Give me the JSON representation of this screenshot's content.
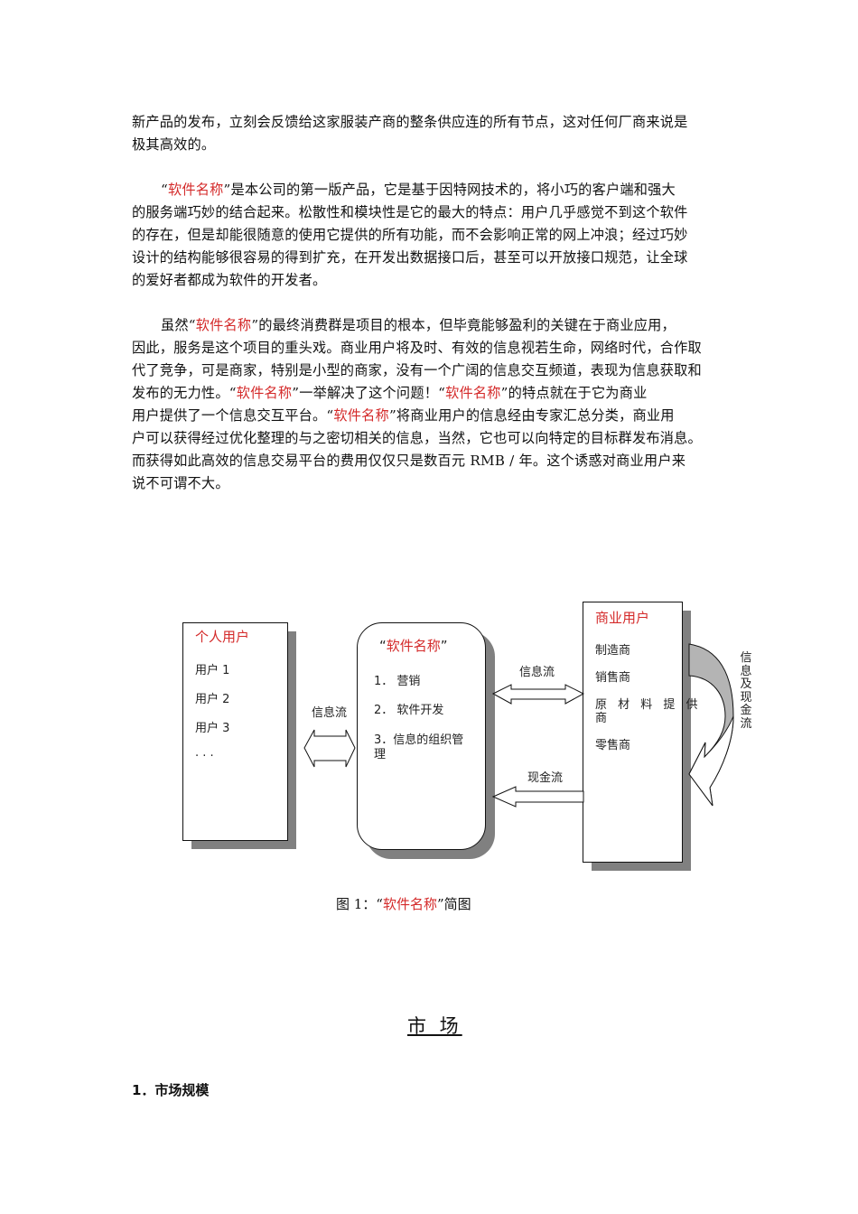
{
  "paragraphs": {
    "p1": {
      "lines": [
        "新产品的发布，立刻会反馈给这家服装产商的整条供应连的所有节点，这对任何厂商来说是",
        "极其高效的。"
      ]
    },
    "p2": {
      "line1_pre": "“",
      "line1_red": "软件名称",
      "line1_post": "”是本公司的第一版产品，它是基于因特网技术的，将小巧的客户端和强大",
      "lines": [
        "的服务端巧妙的结合起来。松散性和模块性是它的最大的特点：用户几乎感觉不到这个软件",
        "的存在，但是却能很随意的使用它提供的所有功能，而不会影响正常的网上冲浪；经过巧妙",
        "设计的结构能够很容易的得到扩充，在开发出数据接口后，甚至可以开放接口规范，让全球",
        "的爱好者都成为软件的开发者。"
      ]
    },
    "p3": {
      "line1_pre": "虽然“",
      "line1_red": "软件名称",
      "line1_post": "”的最终消费群是项目的根本，但毕竟能够盈利的关键在于商业应用，",
      "line2": "因此，服务是这个项目的重头戏。商业用户将及时、有效的信息视若生命，网络时代，合作取",
      "line3": "代了竞争，可是商家，特别是小型的商家，没有一个广阔的信息交互频道，表现为信息获取和",
      "line4_a": "发布的无力性。“",
      "line4_red1": "软件名称",
      "line4_b": "”一举解决了这个问题！“",
      "line4_red2": "软件名称",
      "line4_c": "”的特点就在于它为商业",
      "line5_a": "用户提供了一个信息交互平台。“",
      "line5_red": "软件名称",
      "line5_b": "”将商业用户的信息经由专家汇总分类，商业用",
      "line6": "户可以获得经过优化整理的与之密切相关的信息，当然，它也可以向特定的目标群发布消息。",
      "line7": "而获得如此高效的信息交易平台的费用仅仅只是数百元 RMB / 年。这个诱惑对商业用户来",
      "line8": "说不可谓不大。"
    }
  },
  "diagram": {
    "personal_users": {
      "title": "个人用户",
      "items": [
        "用户 1",
        "用户 2",
        "用户 3",
        ".  .  ."
      ]
    },
    "software": {
      "quote_open": "“",
      "title": "软件名称",
      "quote_close": "”",
      "items": [
        "1． 营销",
        "2． 软件开发",
        "3．信息的组织管",
        "理"
      ]
    },
    "business_users": {
      "title": "商业用户",
      "items": [
        "制造商",
        "销售商",
        "原 材 料 提 供",
        "商",
        "零售商"
      ]
    },
    "arrows": {
      "left_label": "信息流",
      "right_top_label": "信息流",
      "right_bottom_label": "现金流",
      "curved_label_chars": [
        "信",
        "息",
        "及",
        "现",
        "金",
        "流"
      ]
    },
    "colors": {
      "accent_red": "#d42a2a",
      "shadow_gray": "#808080",
      "curve_fill": "#b4b4b4"
    }
  },
  "caption": {
    "prefix": "图 1：“",
    "red": "软件名称",
    "suffix": "”简图"
  },
  "section": {
    "heading": "市 场",
    "subheading": "1．市场规模"
  }
}
